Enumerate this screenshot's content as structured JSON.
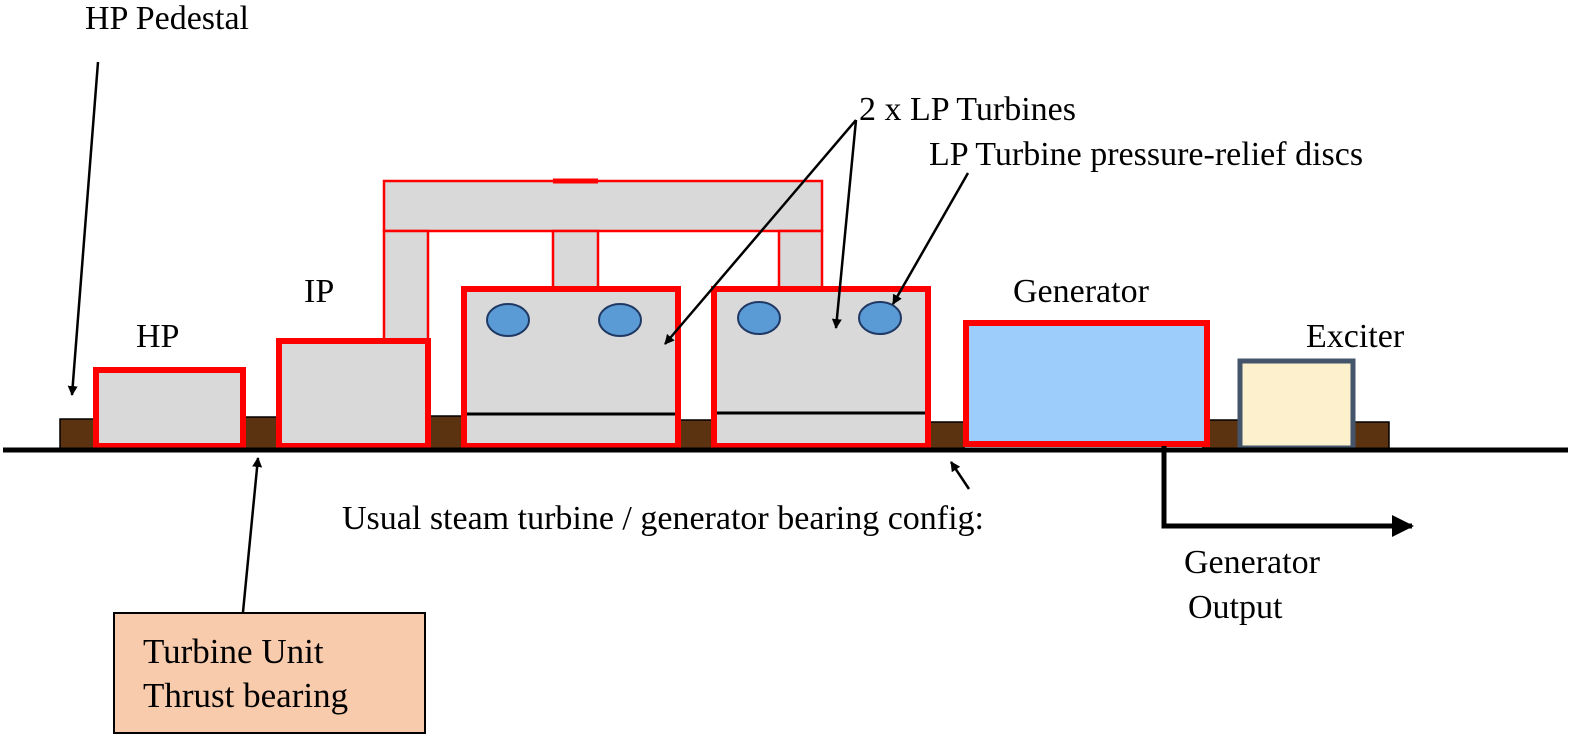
{
  "labels": {
    "hp_pedestal": "HP Pedestal",
    "hp": "HP",
    "ip": "IP",
    "lp_turbines": "2 x LP Turbines",
    "lp_discs": "LP Turbine pressure-relief discs",
    "generator": "Generator",
    "exciter": "Exciter",
    "bearing_config": "Usual steam turbine / generator bearing config:",
    "generator_output_line1": "Generator",
    "generator_output_line2": "Output",
    "thrust_line1": "Turbine Unit",
    "thrust_line2": "Thrust bearing"
  },
  "colors": {
    "casing_outline": "#ff0000",
    "casing_fill": "#d9d9d9",
    "bearing": "#5c3310",
    "generator_fill": "#9dcdfb",
    "exciter_fill": "#fdf0cd",
    "exciter_outline": "#44546a",
    "disc_fill": "#5b9bd5",
    "disc_outline": "#1f3864",
    "thrust_box_fill": "#f8cbad",
    "line": "#000000"
  }
}
